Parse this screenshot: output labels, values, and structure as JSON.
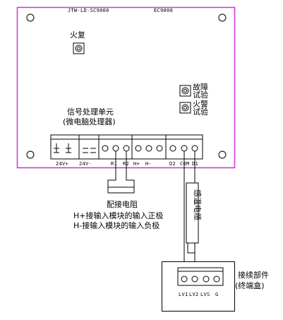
{
  "board": {
    "model_left": "JTW-LD-SC9000",
    "model_right": "EC9000",
    "reset_label": "火复",
    "fault_test": [
      "故障",
      "试验"
    ],
    "fire_test": [
      "火警",
      "试验"
    ],
    "unit_title": "信号处理单元",
    "unit_subtitle": "(微电脑处理器)",
    "terminals": {
      "t24v_plus": "24V+",
      "t24v_minus": "24V-",
      "r1": "R1",
      "r2": "R2",
      "h_plus": "H+",
      "h_minus": "H-",
      "d2": "D2",
      "com": "COM",
      "d1": "D1"
    }
  },
  "resistor_label": "配接电阻",
  "notes": [
    "H+接输入模块的输入正极",
    "H-接输入模块的输入负极"
  ],
  "cable_label": "感温电缆",
  "terminal_box": {
    "title": "接续部件",
    "subtitle": "(终端盒)",
    "labels": {
      "lv1": "LV1",
      "lv2": "LV2",
      "lvs": "LVS",
      "g": "G"
    }
  },
  "colors": {
    "board_border": "#cc33cc",
    "line": "#000000"
  }
}
